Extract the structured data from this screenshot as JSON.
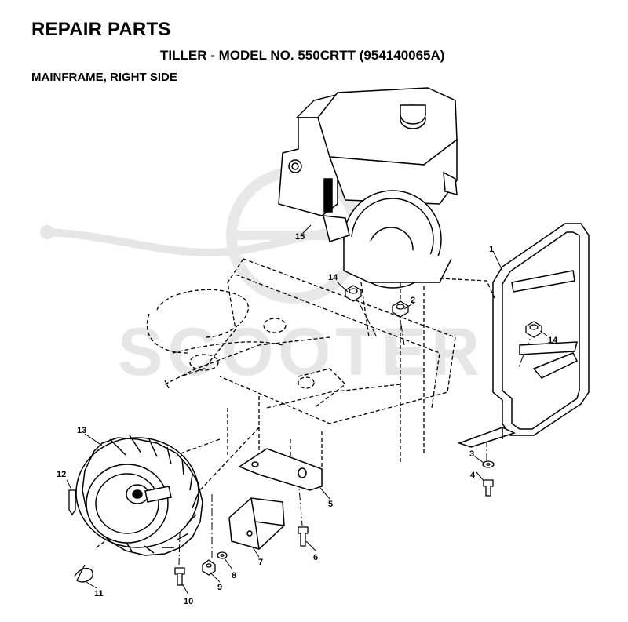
{
  "header": {
    "title": "REPAIR PARTS",
    "subtitle": "TILLER - MODEL NO. 550CRTT (954140065A)",
    "section": "MAINFRAME, RIGHT SIDE"
  },
  "watermark": {
    "text": "SCOOTER",
    "color": "#e6e6e6"
  },
  "parts": [
    {
      "id": "1",
      "part": "handle-frame"
    },
    {
      "id": "2",
      "part": "nut-top"
    },
    {
      "id": "3",
      "part": "washer"
    },
    {
      "id": "4",
      "part": "bolt-lower"
    },
    {
      "id": "5",
      "part": "bracket"
    },
    {
      "id": "6",
      "part": "bolt-bracket"
    },
    {
      "id": "7",
      "part": "pad"
    },
    {
      "id": "8",
      "part": "washer-small"
    },
    {
      "id": "9",
      "part": "nut"
    },
    {
      "id": "10",
      "part": "bolt-front"
    },
    {
      "id": "11",
      "part": "hairpin-clip"
    },
    {
      "id": "12",
      "part": "pin"
    },
    {
      "id": "13",
      "part": "wheel"
    },
    {
      "id": "14",
      "part": "lock-nut"
    },
    {
      "id": "15",
      "part": "engine"
    }
  ]
}
